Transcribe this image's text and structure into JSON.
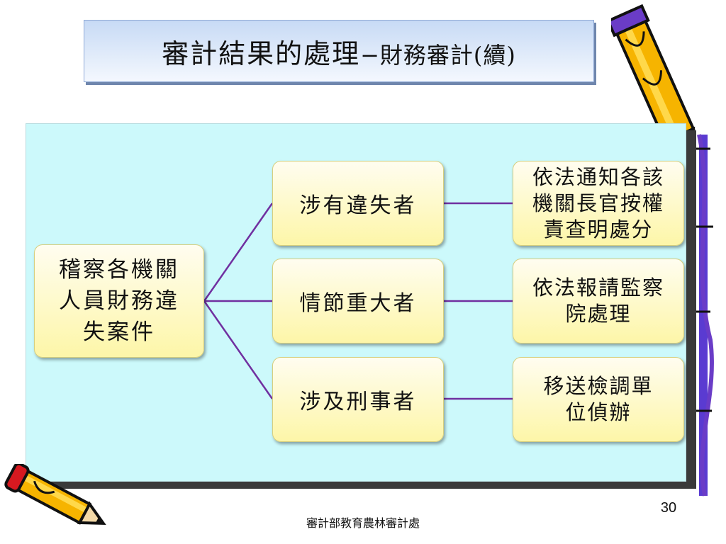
{
  "slide": {
    "title_main": "審計結果的處理",
    "title_sub": "−財務審計(續)",
    "footer": "審計部教育農林審計處",
    "page_number": "30"
  },
  "diagram": {
    "root": {
      "lines": [
        "稽察各機關",
        "人員財務違",
        "失案件"
      ]
    },
    "branches": [
      {
        "category": "涉有違失者",
        "action_lines": [
          "依法通知各該",
          "機關長官按權",
          "責查明處分"
        ]
      },
      {
        "category": "情節重大者",
        "action_lines": [
          "依法報請監察",
          "院處理"
        ]
      },
      {
        "category": "涉及刑事者",
        "action_lines": [
          "移送檢調單",
          "位偵辦"
        ]
      }
    ]
  },
  "colors": {
    "diagram_background": "#ccf9fb",
    "node_fill": "#fdf6a8",
    "connector": "#7030a0",
    "title_gradient_top": "#c7daf5"
  },
  "decorations": [
    "pencil-icon",
    "pencil-icon",
    "pencil-icon"
  ]
}
